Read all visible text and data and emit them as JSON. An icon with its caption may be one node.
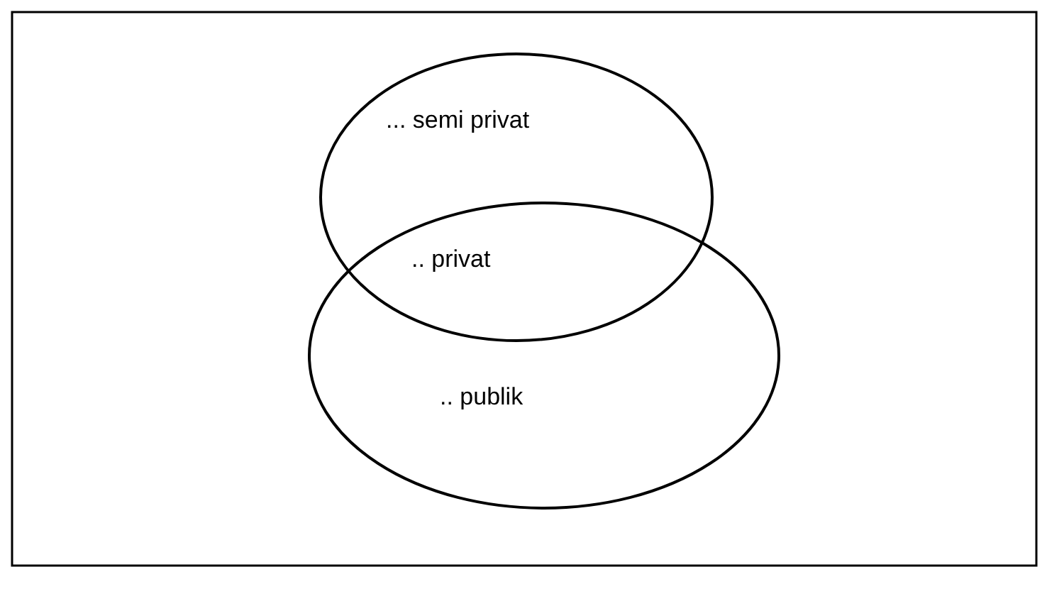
{
  "diagram": {
    "nodes": [
      {
        "text": [
          "... semi privat"
        ]
      },
      {
        "text": [
          ".. publik"
        ]
      }
    ],
    "labels": [
      ".. privat"
    ]
  }
}
